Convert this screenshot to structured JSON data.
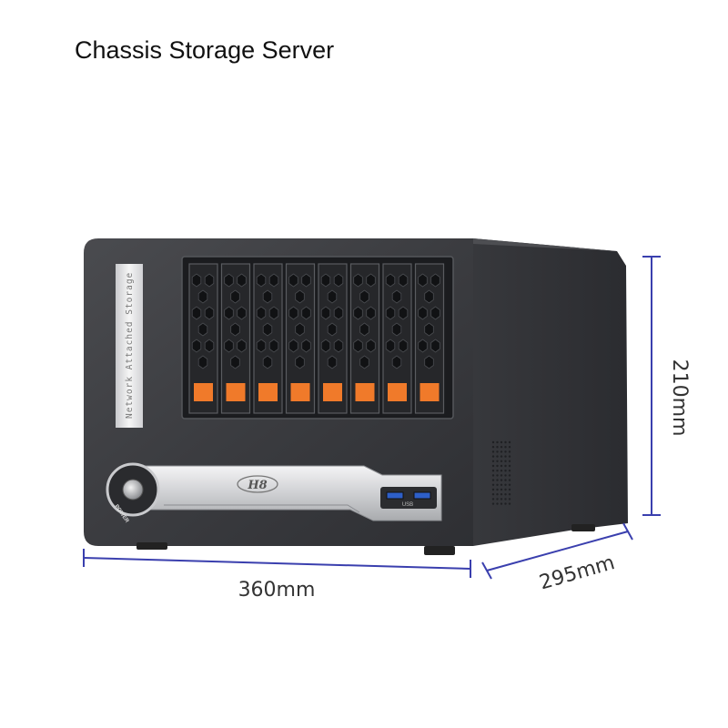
{
  "title": "Chassis Storage Server",
  "product": {
    "side_label": "Network Attached Storage",
    "logo": "H8",
    "power_label": "POWER",
    "usb_label": "USB",
    "bay_count": 8
  },
  "dimensions": {
    "width": "360mm",
    "depth": "295mm",
    "height": "210mm"
  },
  "colors": {
    "chassis": "#3a3b3e",
    "bay_latch": "#f07a2a",
    "dimension_line": "#3a3fae",
    "panel_silver": "#d9dadc"
  }
}
